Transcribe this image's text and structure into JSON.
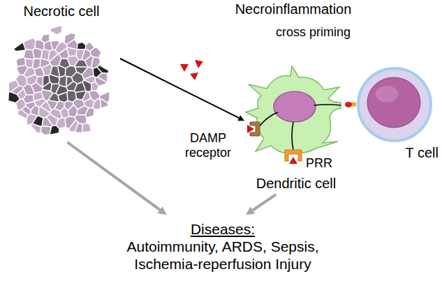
{
  "diagram": {
    "nodes": [
      {
        "text": [
          "Necrotic cell"
        ]
      },
      {
        "text": [
          "Dendritic cell"
        ]
      },
      {
        "text": [
          "T cell"
        ]
      },
      {
        "text": [
          "Diseases:",
          "Autoimmunity, ARDS, Sepsis, Ischemia-reperfusion Injury"
        ]
      }
    ],
    "edges": [
      {
        "from": 0,
        "to": 1,
        "arrow": "to"
      },
      {
        "from": 1,
        "to": 2,
        "arrow": "none"
      },
      {
        "from": 0,
        "to": 3,
        "arrow": "to"
      },
      {
        "from": 1,
        "to": 3,
        "arrow": "to"
      }
    ],
    "labels": [
      "Necroinflammation",
      "cross priming",
      "DAMP receptor",
      "PRR"
    ]
  }
}
